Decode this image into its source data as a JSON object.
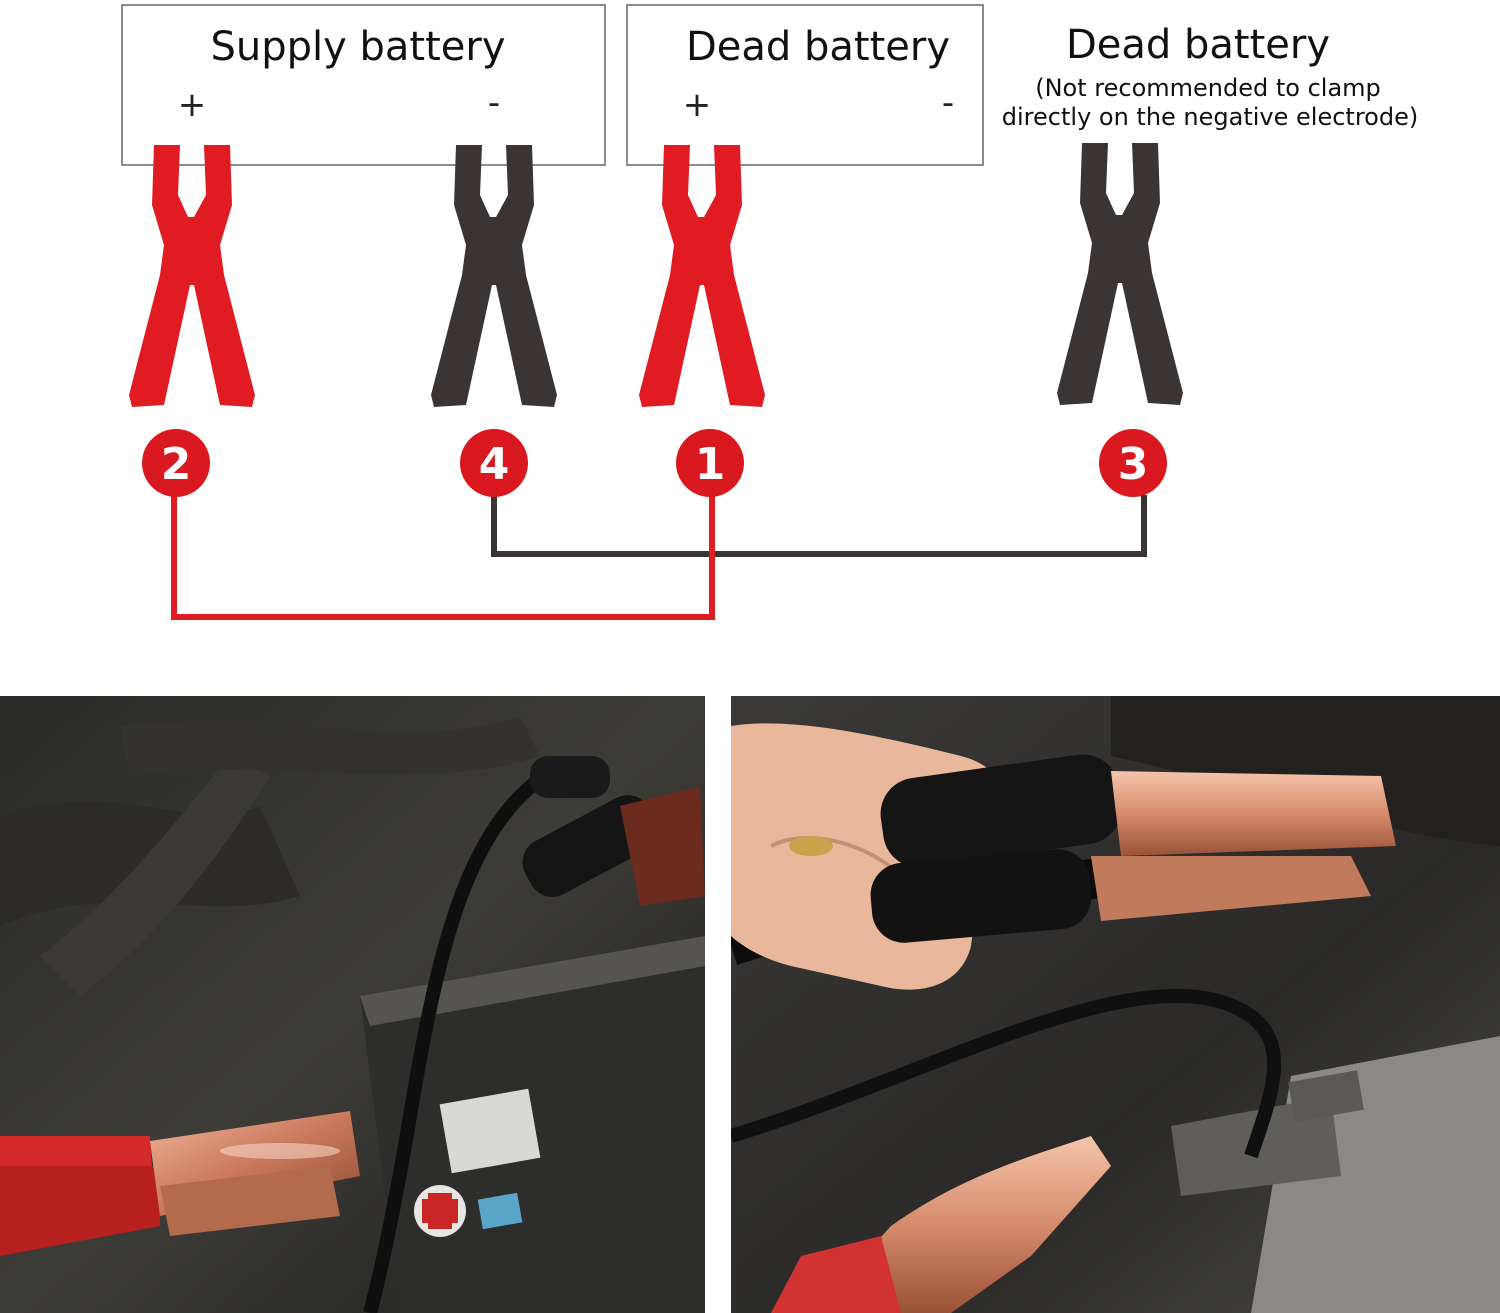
{
  "batteries": [
    {
      "title": "Supply battery",
      "plus": "+",
      "minus": "-"
    },
    {
      "title": "Dead battery",
      "plus": "+",
      "minus": "-"
    },
    {
      "title": "Dead battery",
      "note_line1": "(Not recommended to clamp",
      "note_line2": "directly on the negative electrode)"
    }
  ],
  "steps": [
    {
      "number": "2",
      "clamp": "red"
    },
    {
      "number": "4",
      "clamp": "black"
    },
    {
      "number": "1",
      "clamp": "red"
    },
    {
      "number": "3",
      "clamp": "black"
    }
  ],
  "colors": {
    "red": "#e01b22",
    "black": "#3a3435",
    "badge": "#d9191f",
    "box_border": "#666666"
  },
  "photos": [
    {
      "subject": "jumper-cable-clamps-on-car-battery"
    },
    {
      "subject": "hand-holding-jumper-cable-clamps"
    }
  ]
}
